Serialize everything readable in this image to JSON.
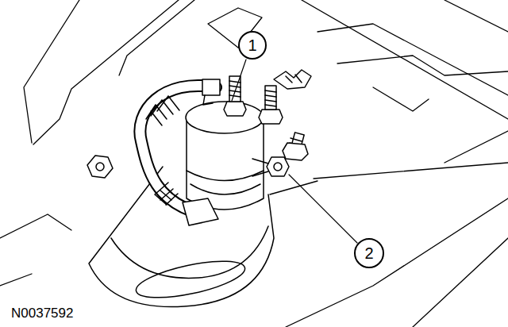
{
  "diagram": {
    "labels": [
      "1",
      "2",
      "N0037592"
    ]
  }
}
